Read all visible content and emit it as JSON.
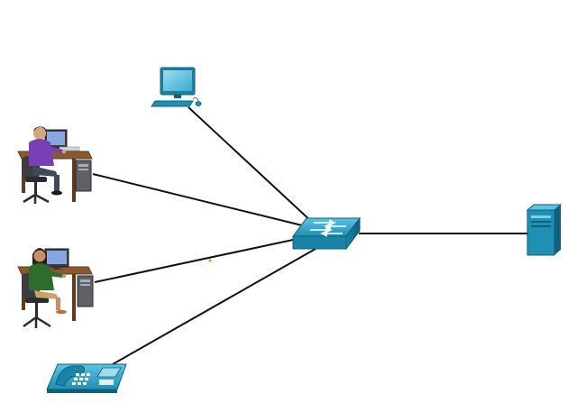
{
  "diagram": {
    "type": "network-topology",
    "background": "#ffffff",
    "colors": {
      "link": "#111111",
      "device_teal": "#1f8fb3",
      "device_dark": "#0f5f7d",
      "device_light": "#7fd0ea",
      "desk_wood": "#8a5a2e",
      "chair_red": "#9b2f3a"
    },
    "nodes": [
      {
        "id": "pc",
        "kind": "desktop-pc",
        "icon": "desktop-pc-icon"
      },
      {
        "id": "user1",
        "kind": "workstation-user",
        "icon": "workstation-user-purple-icon"
      },
      {
        "id": "user2",
        "kind": "workstation-user",
        "icon": "workstation-user-green-icon"
      },
      {
        "id": "switch",
        "kind": "switch",
        "icon": "switch-icon"
      },
      {
        "id": "server",
        "kind": "server",
        "icon": "server-icon"
      },
      {
        "id": "phone",
        "kind": "ip-phone",
        "icon": "ip-phone-icon"
      }
    ],
    "links": [
      {
        "from": "pc",
        "to": "switch"
      },
      {
        "from": "user1",
        "to": "switch"
      },
      {
        "from": "user2",
        "to": "switch"
      },
      {
        "from": "phone",
        "to": "switch"
      },
      {
        "from": "switch",
        "to": "server"
      }
    ]
  }
}
